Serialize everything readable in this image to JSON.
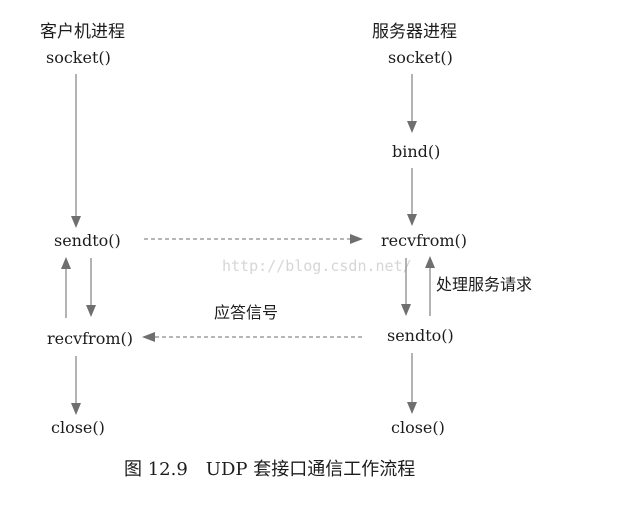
{
  "client": {
    "title": "客户机进程",
    "socket": "socket()",
    "sendto": "sendto()",
    "recvfrom": "recvfrom()",
    "close": "close()"
  },
  "server": {
    "title": "服务器进程",
    "socket": "socket()",
    "bind": "bind()",
    "recvfrom": "recvfrom()",
    "sendto": "sendto()",
    "close": "close()"
  },
  "labels": {
    "process_request": "处理服务请求",
    "response_signal": "应答信号"
  },
  "caption": "图 12.9　UDP 套接口通信工作流程",
  "watermark": "http://blog.csdn.net/",
  "colors": {
    "text": "#1c1c1c",
    "arrow": "#8a8a8a",
    "watermark": "#d6d6d6"
  }
}
